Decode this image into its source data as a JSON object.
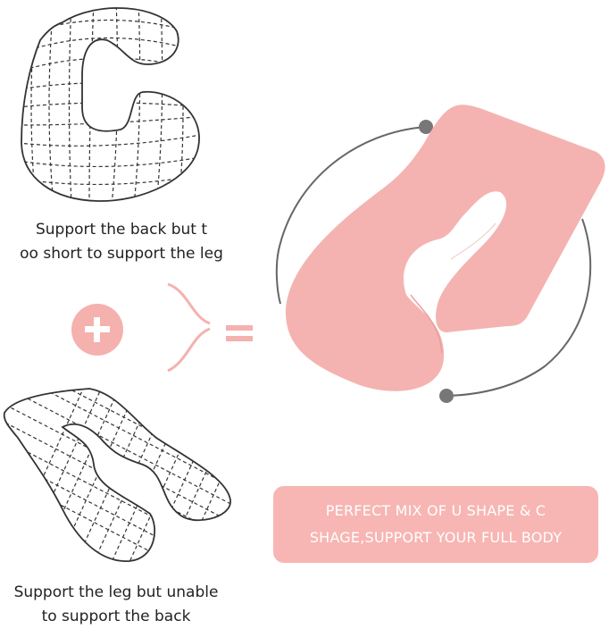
{
  "c_shape": {
    "icon": "c-shape-pillow-wireframe",
    "caption_line1": "Support the back but t",
    "caption_line2": "oo short to support the leg"
  },
  "u_shape": {
    "icon": "u-shape-pillow-wireframe",
    "caption_line1": "Support the leg but unable",
    "caption_line2": "to support the back"
  },
  "operators": {
    "plus": "plus-icon",
    "equals": "equals-icon"
  },
  "product": {
    "icon": "pink-u-shape-pregnancy-pillow",
    "color": "#f4b3b0"
  },
  "banner": {
    "line1": "PERFECT MIX OF U SHAPE & C",
    "line2": "SHAGE,SUPPORT YOUR FULL BODY",
    "background": "#f7b6b3"
  },
  "colors": {
    "accent": "#f5b1ae",
    "outline": "#333333",
    "orbit": "#666666"
  }
}
